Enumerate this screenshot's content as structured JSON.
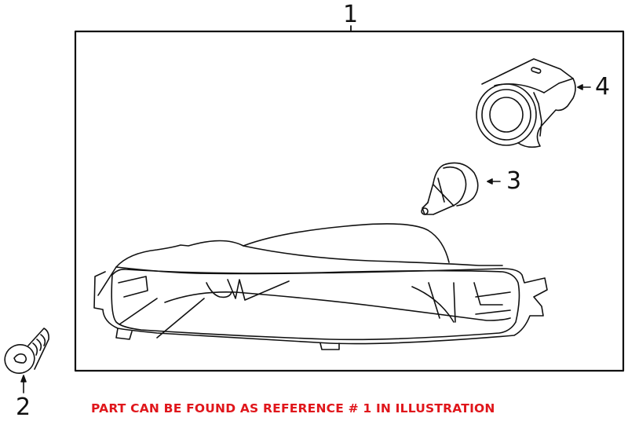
{
  "diagram": {
    "type": "exploded-parts-illustration",
    "subject": "Fog lamp assembly",
    "callouts": [
      {
        "id": "1",
        "label": "1",
        "part": "lamp-housing-assembly"
      },
      {
        "id": "2",
        "label": "2",
        "part": "screw"
      },
      {
        "id": "3",
        "label": "3",
        "part": "bulb"
      },
      {
        "id": "4",
        "label": "4",
        "part": "socket-sensor"
      }
    ],
    "note": "PART CAN BE FOUND AS REFERENCE # 1 IN ILLUSTRATION",
    "colors": {
      "line": "#111111",
      "note": "#e0161b",
      "background": "#ffffff"
    }
  }
}
